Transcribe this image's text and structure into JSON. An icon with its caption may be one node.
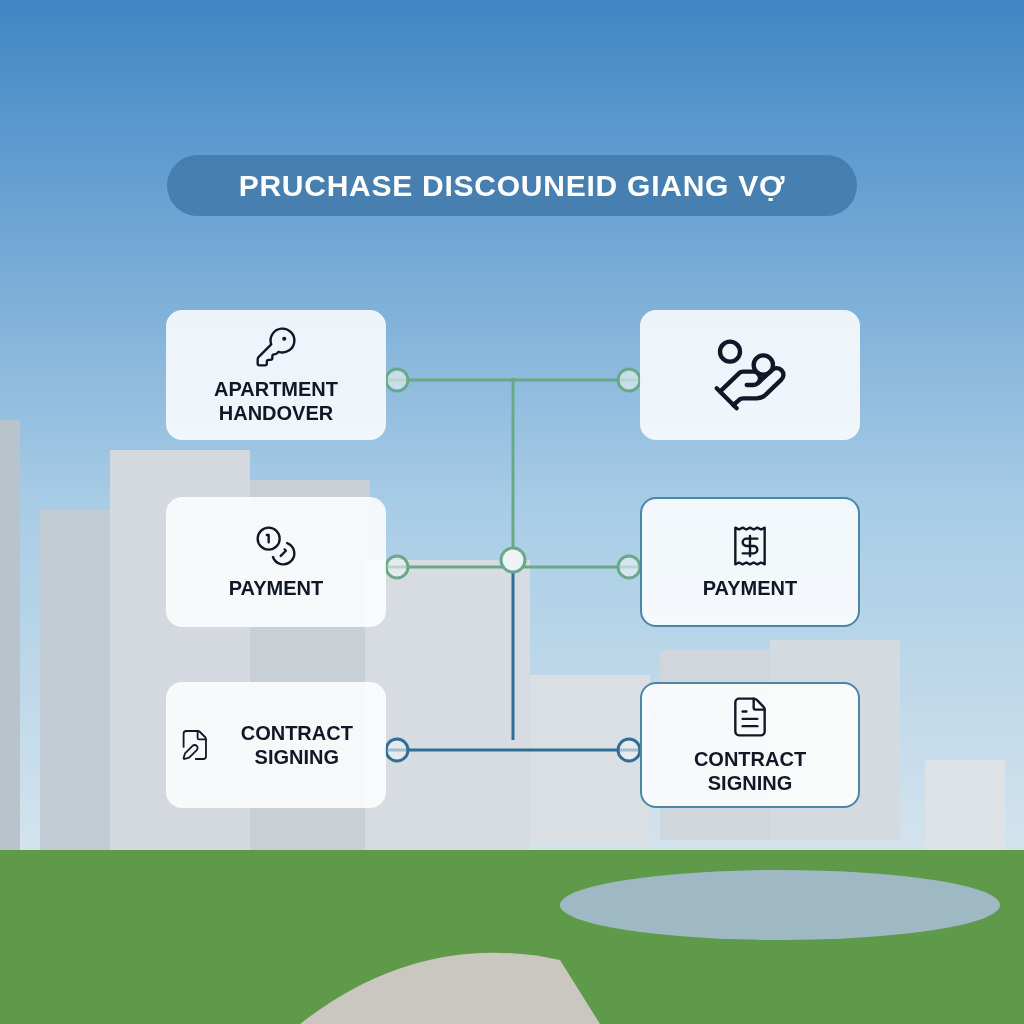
{
  "diagram": {
    "title": "PRUCHASE DISCOUNEID GIANG VỢ",
    "nodes": [
      {
        "text": [
          "APARTMENT HANDOVER"
        ]
      },
      {
        "text": [],
        "shape": "box"
      },
      {
        "text": [
          "PAYMENT"
        ]
      },
      {
        "text": [
          "PAYMENT"
        ]
      },
      {
        "text": [
          "CONTRACT SIGNING"
        ]
      },
      {
        "text": [
          "CONTRACT SIGNING"
        ]
      }
    ],
    "edges": [
      {
        "from": 0,
        "to": 1,
        "arrow": "other",
        "color": "#6aa88a"
      },
      {
        "from": 2,
        "to": 3,
        "arrow": "other",
        "color": "#6aa88a"
      },
      {
        "from": 4,
        "to": 5,
        "arrow": "other",
        "color": "#2f6f95"
      }
    ]
  }
}
